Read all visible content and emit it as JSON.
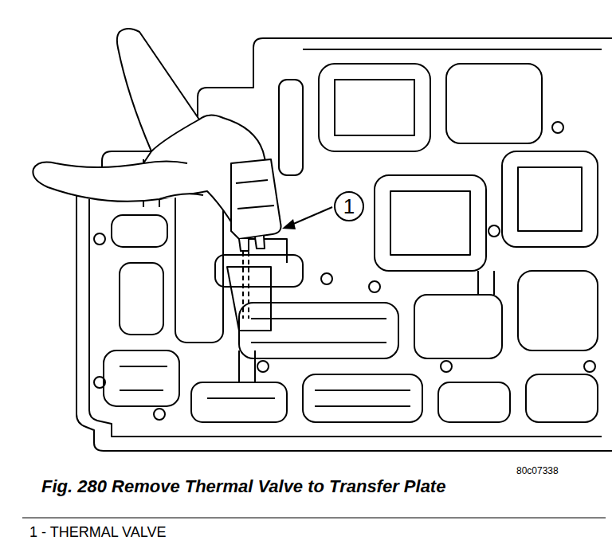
{
  "diagram": {
    "caption": "Fig. 280 Remove Thermal Valve to Transfer Plate",
    "nodes": [
      {
        "text": [
          "1"
        ]
      }
    ],
    "labels": [
      "80c07338",
      "1 - THERMAL VALVE"
    ]
  }
}
